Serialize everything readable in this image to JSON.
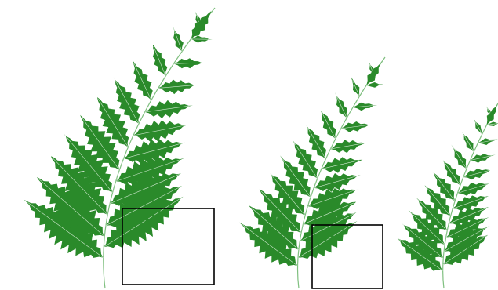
{
  "colors": {
    "background": "#ffffff",
    "leaf": "#2a8a2a",
    "stem": "#7fbf7f",
    "frame": "#000000"
  },
  "ferns": [
    {
      "role": "whole-fern",
      "zoom_box": true
    },
    {
      "role": "zoomed-fern-level-1",
      "zoom_box": true
    },
    {
      "role": "zoomed-fern-level-2",
      "zoom_box": false
    }
  ]
}
